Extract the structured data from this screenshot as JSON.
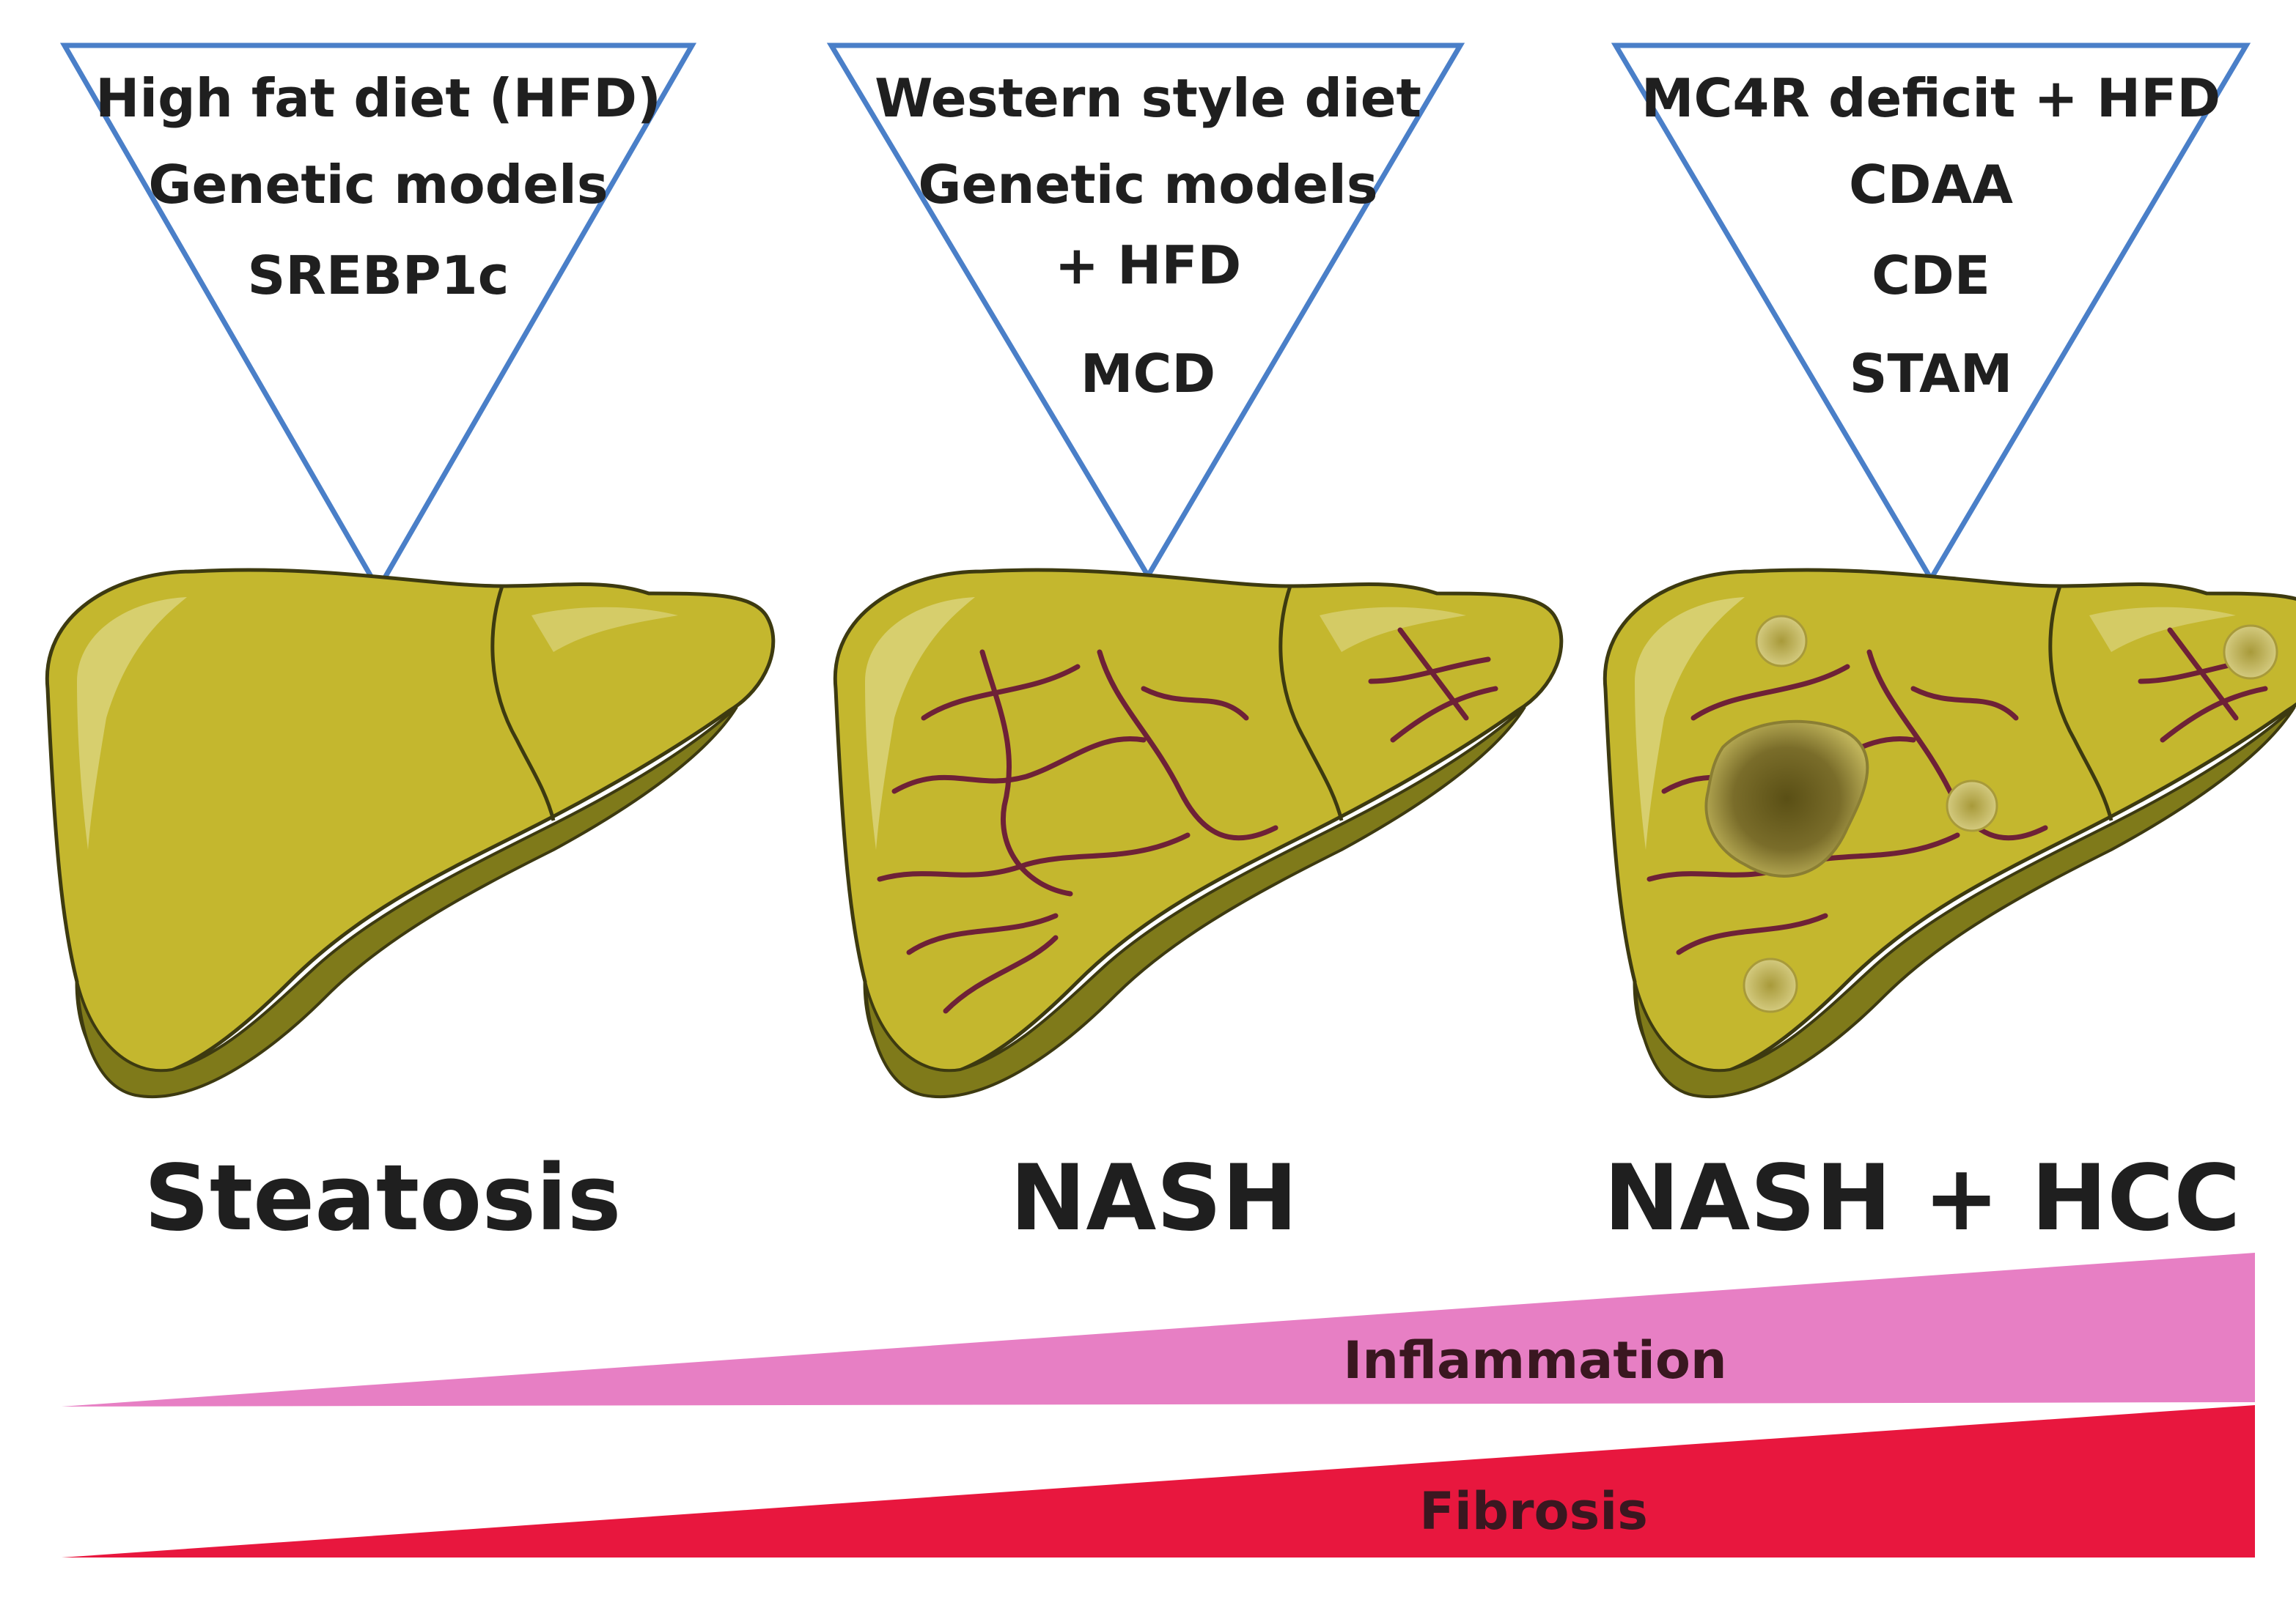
{
  "colors": {
    "triangle_stroke": "#4a7fc8",
    "liver_fill": "#c4b72e",
    "liver_dark": "#7f7a1a",
    "liver_outline": "#3d3a10",
    "vessels": "#6e2137",
    "tumor": "#6b6023",
    "inflammation": "#e77fc4",
    "fibrosis": "#e8173e"
  },
  "stages": [
    {
      "label": "Steatosis",
      "models": [
        "High fat diet (HFD)",
        "Genetic models",
        "SREBP1c"
      ]
    },
    {
      "label": "NASH",
      "models": [
        "Western style diet",
        "Genetic models",
        "+ HFD",
        "MCD"
      ]
    },
    {
      "label": "NASH + HCC",
      "models": [
        "MC4R deficit + HFD",
        "CDAA",
        "CDE",
        "STAM"
      ]
    }
  ],
  "gradients": {
    "inflammation_label": "Inflammation",
    "fibrosis_label": "Fibrosis"
  }
}
